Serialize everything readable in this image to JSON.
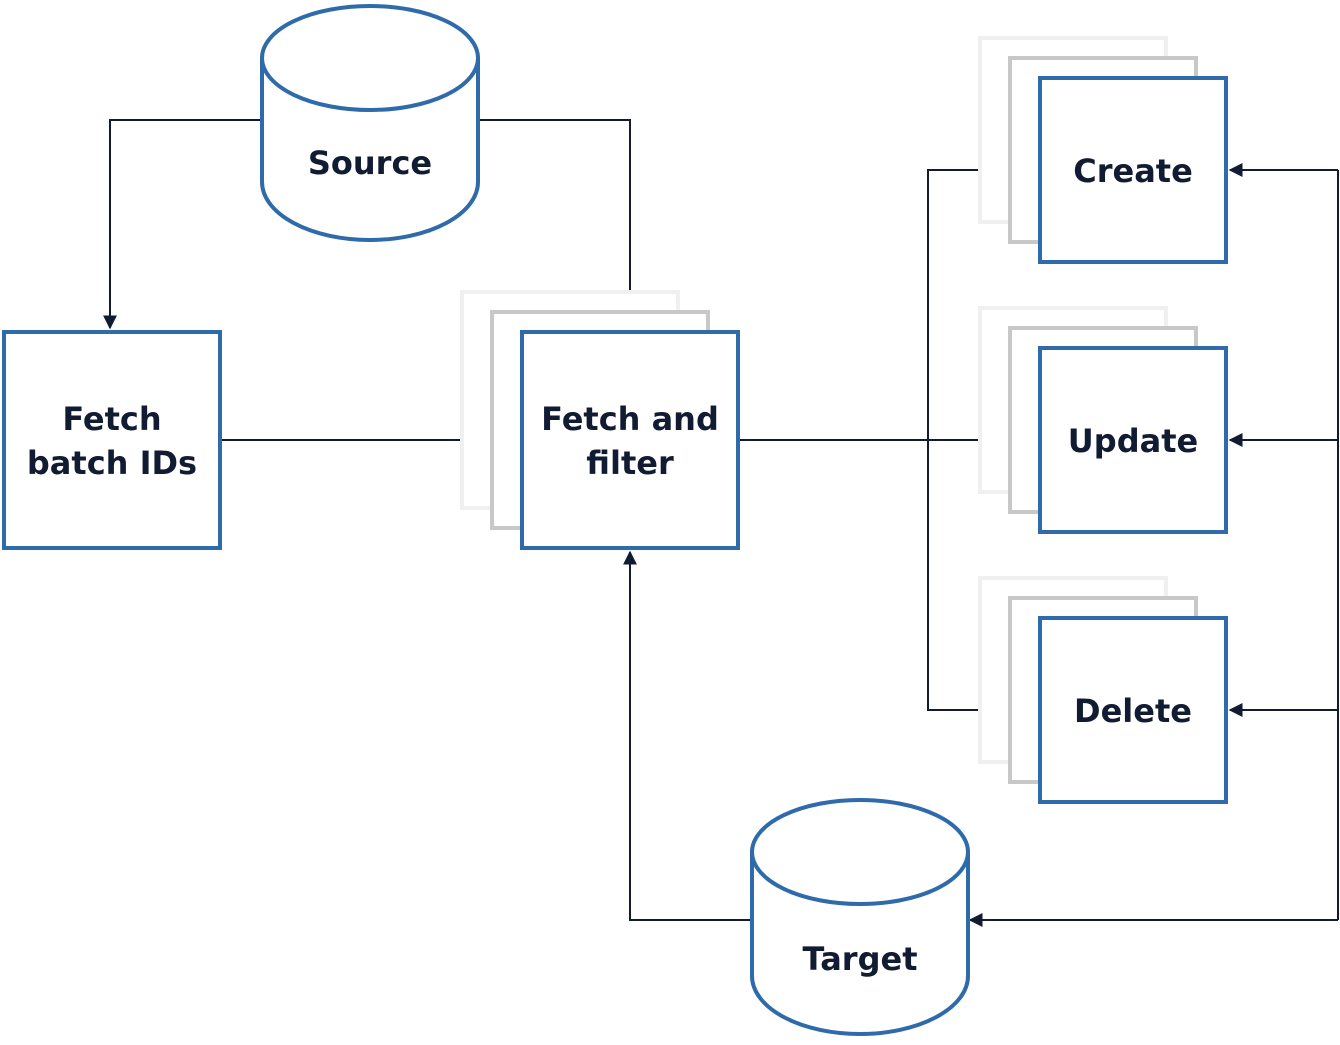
{
  "nodes": {
    "source": {
      "label": "Source"
    },
    "fetch_batch_ids": {
      "label_line1": "Fetch",
      "label_line2": "batch IDs"
    },
    "fetch_and_filter": {
      "label_line1": "Fetch and",
      "label_line2": "filter"
    },
    "create": {
      "label": "Create"
    },
    "update": {
      "label": "Update"
    },
    "delete": {
      "label": "Delete"
    },
    "target": {
      "label": "Target"
    }
  },
  "colors": {
    "box_border": "#2f6aaa",
    "line": "#111c33",
    "stack_shadow_light": "#f0f0f0",
    "stack_shadow_mid": "#c8c8c8"
  }
}
